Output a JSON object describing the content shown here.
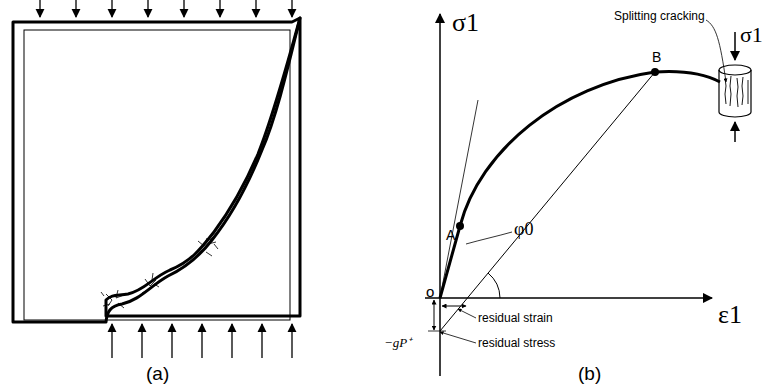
{
  "diagram": {
    "labels": [
      "(a)",
      "(b)",
      "σ1",
      "ε1",
      "o",
      "A",
      "B",
      "φ0",
      "−gP⁺",
      "residual strain",
      "residual stress",
      "Splitting cracking",
      "σ1"
    ]
  }
}
